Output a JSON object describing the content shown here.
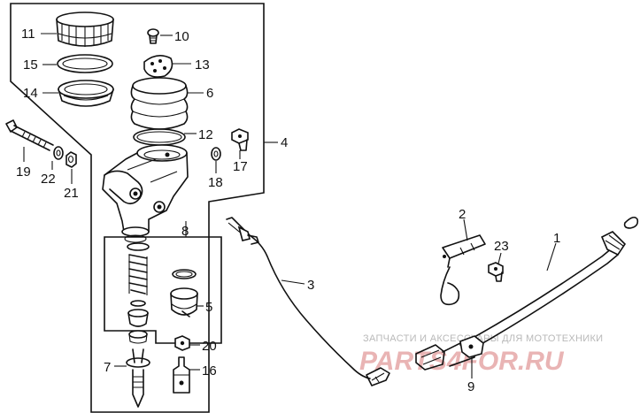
{
  "diagram": {
    "callouts": {
      "c1": "1",
      "c2": "2",
      "c3": "3",
      "c4": "4",
      "c5": "5",
      "c6": "6",
      "c7": "7",
      "c8": "8",
      "c9": "9",
      "c10": "10",
      "c11": "11",
      "c12": "12",
      "c13": "13",
      "c14": "14",
      "c15": "15",
      "c16": "16",
      "c17": "17",
      "c18": "18",
      "c19": "19",
      "c20": "20",
      "c21": "21",
      "c22": "22",
      "c23": "23"
    },
    "watermark": {
      "text": "ЗАПЧАСТИ И АКСЕССУАРЫ ДЛЯ МОТОТЕХНИКИ",
      "logo": "PARTS4FOR.RU"
    }
  }
}
